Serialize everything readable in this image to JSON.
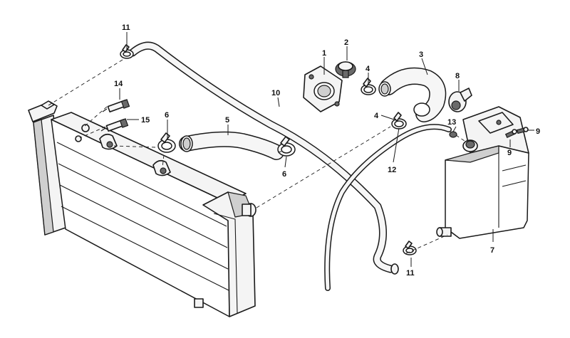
{
  "callouts": {
    "p1": "1",
    "p2": "2",
    "p3": "3",
    "p4a": "4",
    "p4b": "4",
    "p5": "5",
    "p6a": "6",
    "p6b": "6",
    "p7": "7",
    "p8": "8",
    "p9a": "9",
    "p9b": "9",
    "p10": "10",
    "p11a": "11",
    "p11b": "11",
    "p12": "12",
    "p13": "13",
    "p14": "14",
    "p15": "15"
  }
}
